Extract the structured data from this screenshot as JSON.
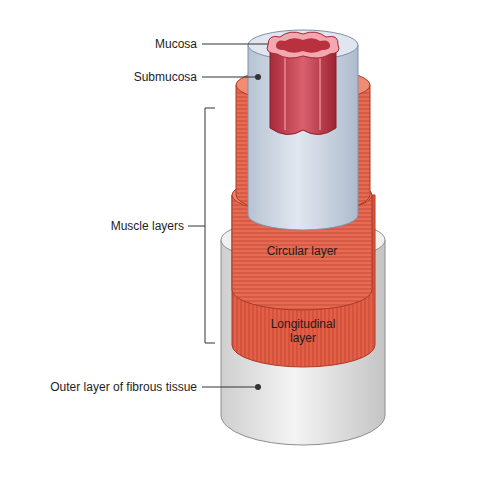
{
  "diagram": {
    "labels": [
      "Mucosa",
      "Submucosa",
      "Muscle layers",
      "Circular layer",
      "Longitudinal layer",
      "Outer layer of fibrous tissue"
    ]
  }
}
